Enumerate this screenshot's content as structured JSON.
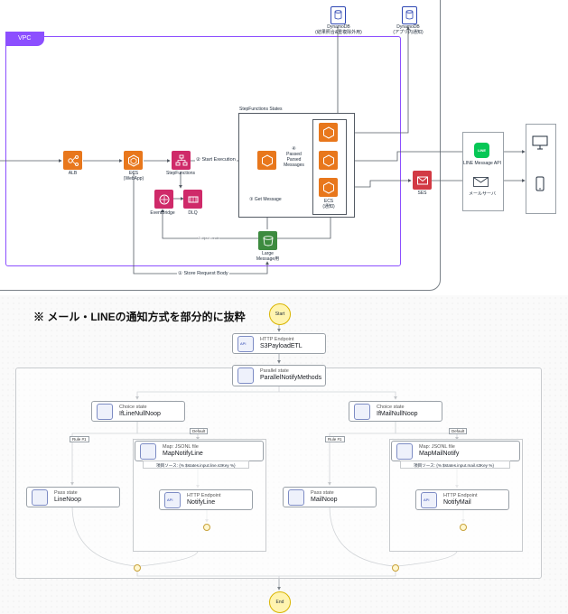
{
  "aws": {
    "vpc": "VPC",
    "alb": "ALB",
    "ecs_webapp": "ECS\n(WebApp)",
    "stepfunctions": "StepFunctions",
    "eventbridge": "EventBridge",
    "dlq": "DLQ",
    "start_execution": "② Start Execution",
    "sf_states": "StepFunctions States",
    "passed": "④\nPassed\nParsed\nMessages",
    "get_message": "③ Get Message",
    "ecs_notify": "ECS\n(通知)",
    "large_message": "Large\nMessage用",
    "store_request": "① Store Request Body",
    "s3_line_label": "s3 object create",
    "dynamo1": "DynamoDB\n(結果照合&重複除外用)",
    "dynamo2": "DynamoDB\n(アプリ内通知)",
    "line_api": "LINE Message API",
    "ses": "SES",
    "mail_server": "メールサーバ",
    "line_icon_text": "LINE"
  },
  "flow": {
    "heading": "※ メール・LINEの通知方式を部分的に抜粋",
    "start": "Start",
    "end": "End",
    "s3etl_type": "HTTP Endpoint",
    "s3etl_name": "S3PayloadETL",
    "parallel_type": "Parallel state",
    "parallel_name": "ParallelNotifyMethods",
    "choice_type": "Choice state",
    "choice_line": "IfLineNullNoop",
    "choice_mail": "IfMailNullNoop",
    "default_tag": "Default",
    "rule_tag": "Rule #1",
    "map_type": "Map: JSONL file",
    "map_line": "MapNotifyLine",
    "map_mail": "MapMailNotify",
    "item_src_line": "項目ソース: {% $states.input.line.s3Key %}",
    "item_src_mail": "項目ソース: {% $states.input.mail.s3Key %}",
    "pass_type": "Pass state",
    "pass_line": "LineNoop",
    "pass_mail": "MailNoop",
    "http_type": "HTTP Endpoint",
    "notify_line": "NotifyLine",
    "notify_mail": "NotifyMail",
    "api_badge": "API"
  }
}
